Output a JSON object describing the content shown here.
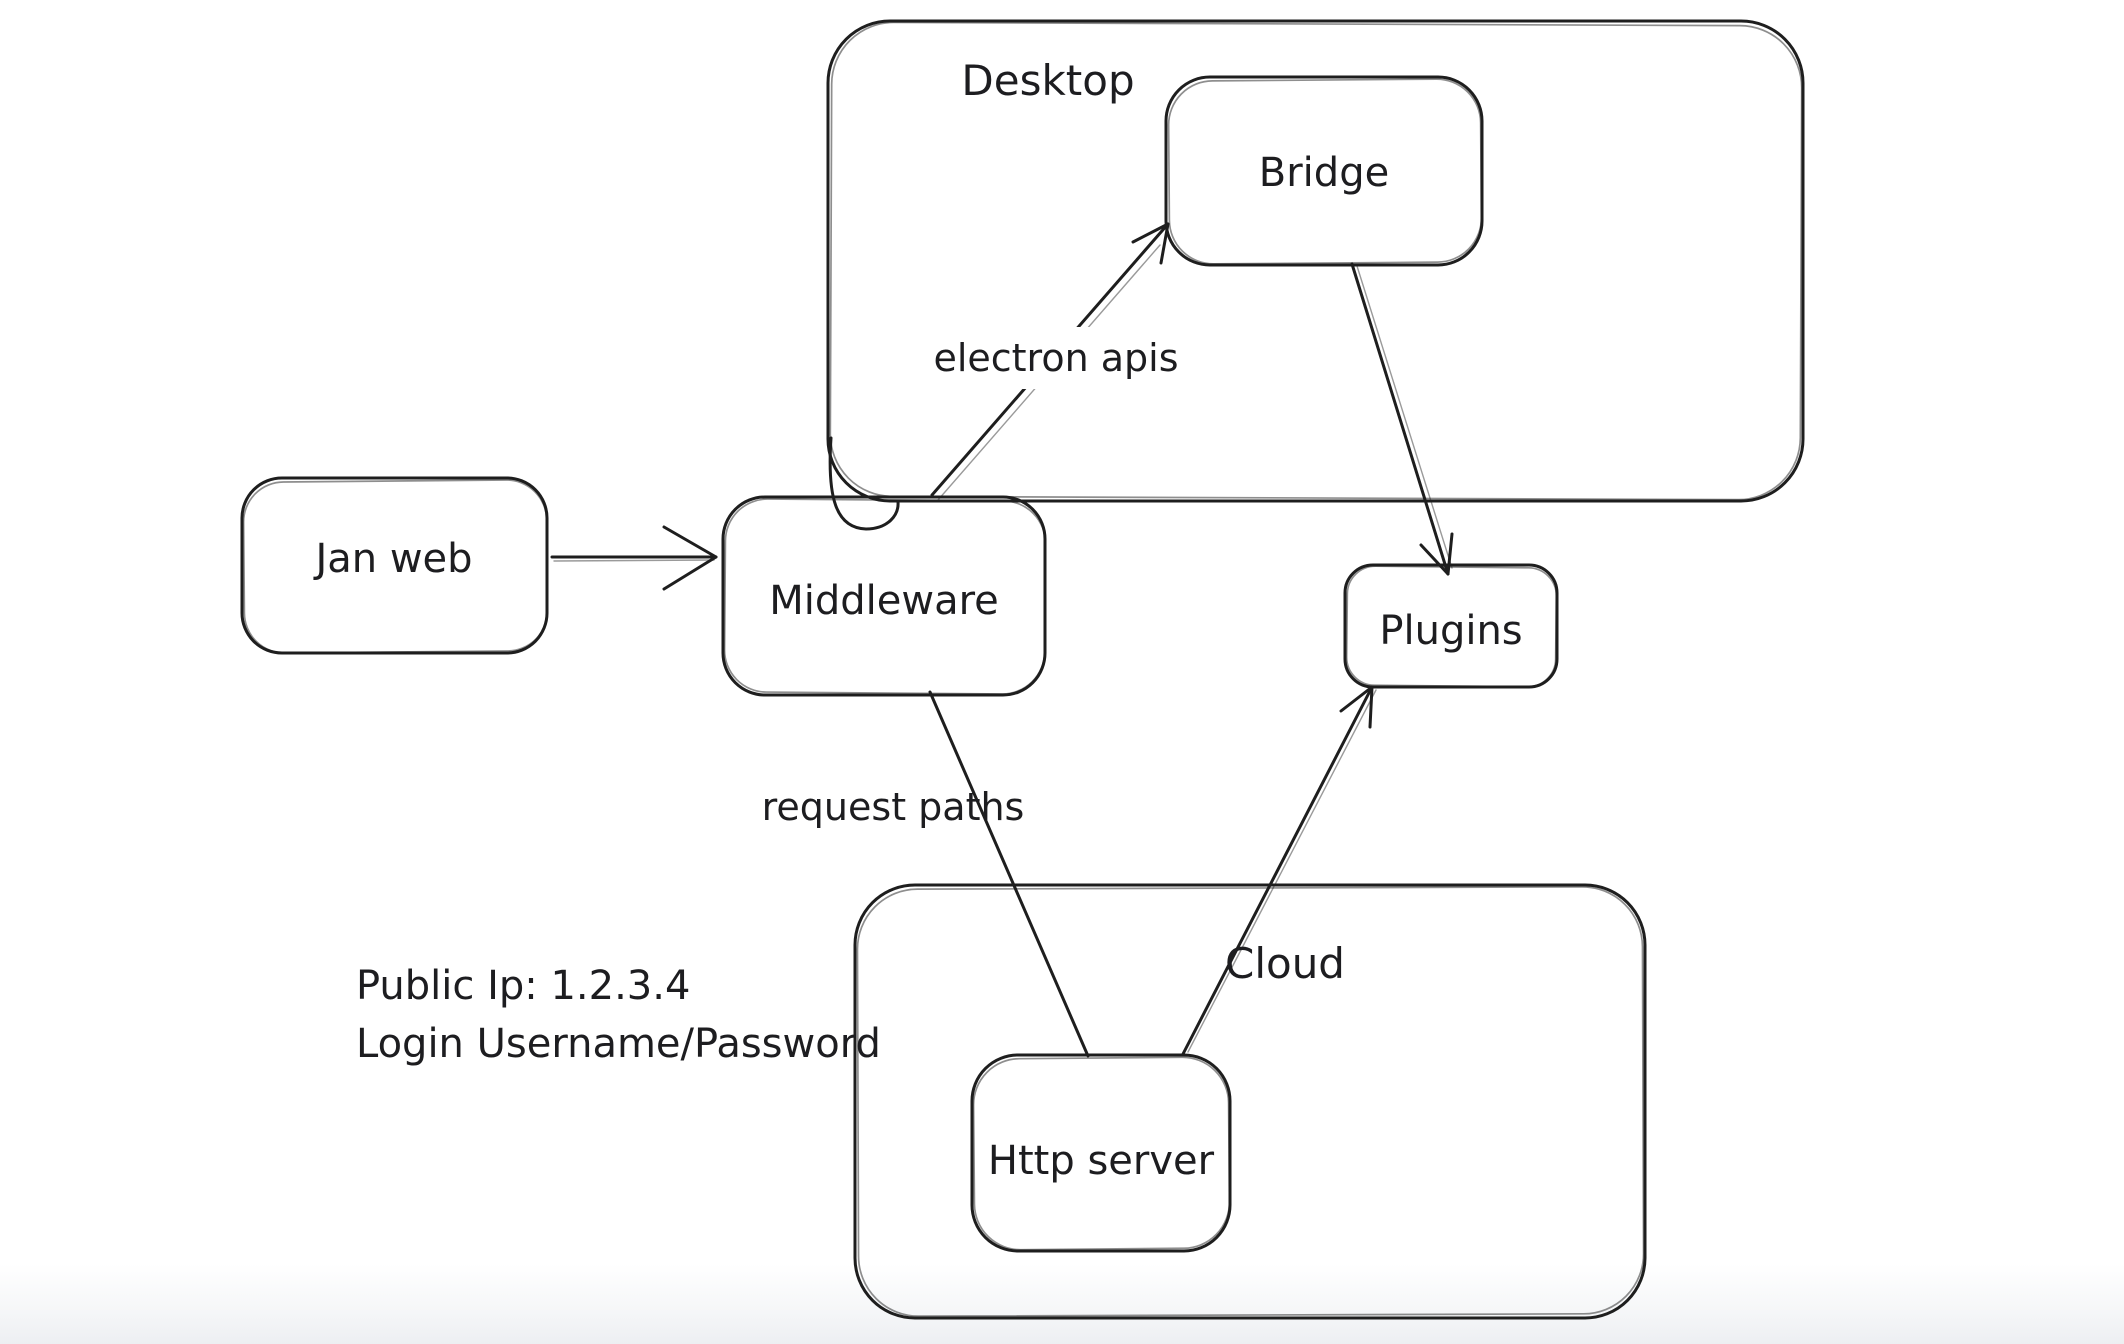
{
  "canvas": {
    "background": "#ffffff",
    "stroke_color": "#1e1e1e",
    "text_color": "#1d1d20",
    "footer_fade_color": "#edeff2"
  },
  "containers": {
    "desktop": {
      "label": "Desktop"
    },
    "cloud": {
      "label": "Cloud"
    }
  },
  "nodes": {
    "jan_web": {
      "label": "Jan web"
    },
    "middleware": {
      "label": "Middleware"
    },
    "bridge": {
      "label": "Bridge"
    },
    "plugins": {
      "label": "Plugins"
    },
    "http_server": {
      "label": "Http server"
    }
  },
  "edges": {
    "jan_web_to_middleware": {
      "from": "Jan web",
      "to": "Middleware",
      "label": "",
      "arrowhead": "open"
    },
    "middleware_to_bridge": {
      "from": "Middleware",
      "to": "Bridge",
      "label": "electron apis",
      "arrowhead": "open"
    },
    "bridge_to_plugins": {
      "from": "Bridge",
      "to": "Plugins",
      "label": "",
      "arrowhead": "open"
    },
    "middleware_to_http_server": {
      "from": "Middleware",
      "to": "Http server",
      "label": "request paths",
      "arrowhead": "none"
    },
    "http_server_to_plugins": {
      "from": "Http server",
      "to": "Plugins",
      "label": "",
      "arrowhead": "open"
    }
  },
  "annotations": {
    "line1": "Public Ip: 1.2.3.4",
    "line2": "Login Username/Password"
  }
}
